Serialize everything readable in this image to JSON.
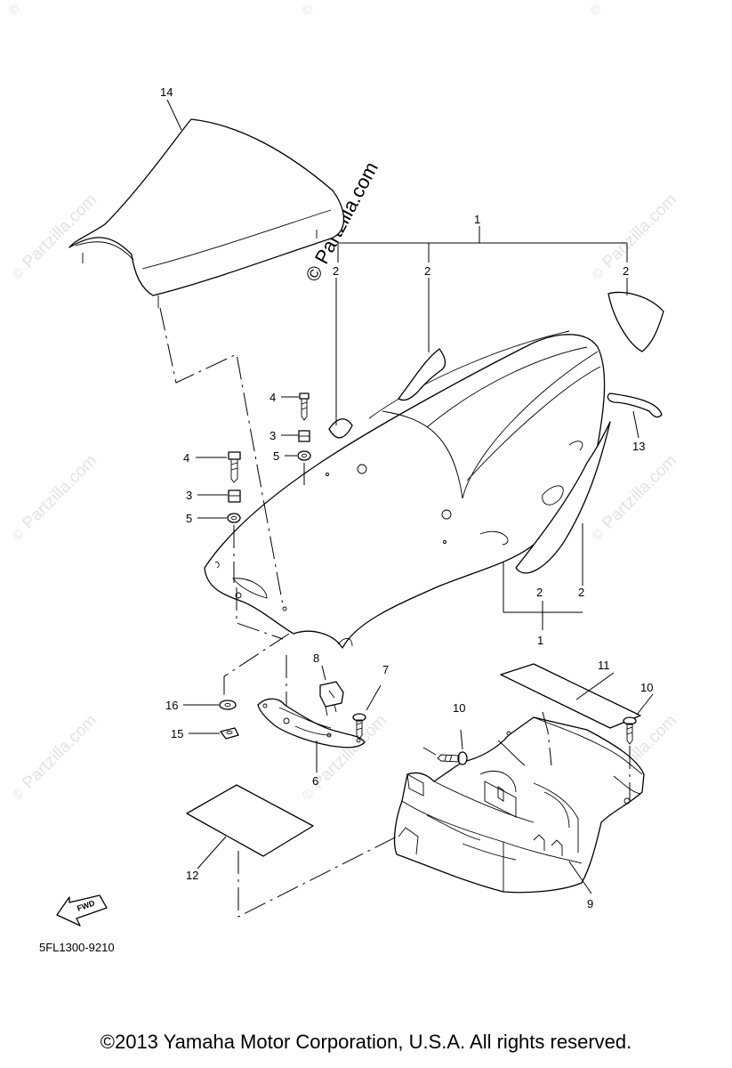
{
  "watermark": {
    "text": "Partzilla.com",
    "main_text": "© Partzilla.com"
  },
  "callouts": {
    "c1_top": "1",
    "c1_bottom": "1",
    "c2_a": "2",
    "c2_b": "2",
    "c2_c": "2",
    "c2_d": "2",
    "c2_e": "2",
    "c3_a": "3",
    "c3_b": "3",
    "c4_a": "4",
    "c4_b": "4",
    "c5_a": "5",
    "c5_b": "5",
    "c6": "6",
    "c7": "7",
    "c8": "8",
    "c9": "9",
    "c10_a": "10",
    "c10_b": "10",
    "c11": "11",
    "c12": "12",
    "c13": "13",
    "c14": "14",
    "c15": "15",
    "c16": "16"
  },
  "fwd_label": "FWD",
  "diagram_code": "5FL1300-9210",
  "copyright": "©2013  Yamaha Motor Corporation, U.S.A. All rights reserved."
}
